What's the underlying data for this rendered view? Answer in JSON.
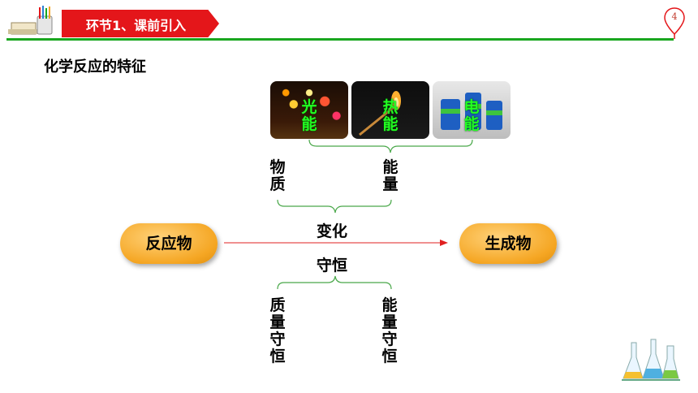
{
  "header": {
    "section_label": "环节1、课前引入",
    "page_number": "4"
  },
  "title": "化学反应的特征",
  "energy_images": [
    {
      "name": "fireworks",
      "caption": "光能"
    },
    {
      "name": "match-flame",
      "caption": "热能"
    },
    {
      "name": "batteries",
      "caption": "电能"
    }
  ],
  "aspects": {
    "matter": "物质",
    "energy": "能量"
  },
  "reaction": {
    "reactant": "反应物",
    "product": "生成物",
    "change": "变化",
    "conservation": "守恒"
  },
  "conservation_laws": {
    "mass": "质量守恒",
    "energy": "能量守恒"
  },
  "colors": {
    "accent_red": "#e4161a",
    "header_line_green": "#19a61f",
    "bracket_green": "#4aa84a",
    "arrow_red": "#e02020",
    "pill_orange": "#f5a623",
    "caption_green": "#22ff22"
  }
}
